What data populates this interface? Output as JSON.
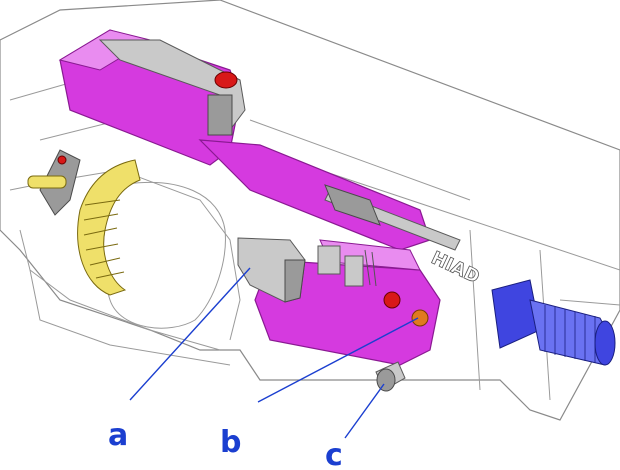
{
  "figure": {
    "callouts": [
      {
        "id": "a",
        "label": "a"
      },
      {
        "id": "b",
        "label": "b"
      },
      {
        "id": "c",
        "label": "c"
      }
    ],
    "engraving_text": "HIAD",
    "colors": {
      "callout_blue": "#1b3fd0",
      "magenta_part": "#d53adf",
      "yellow_spring": "#efe06a",
      "blue_part": "#3f45e0",
      "red_part": "#d81818",
      "frame_gray": "#8a8a8a"
    }
  }
}
